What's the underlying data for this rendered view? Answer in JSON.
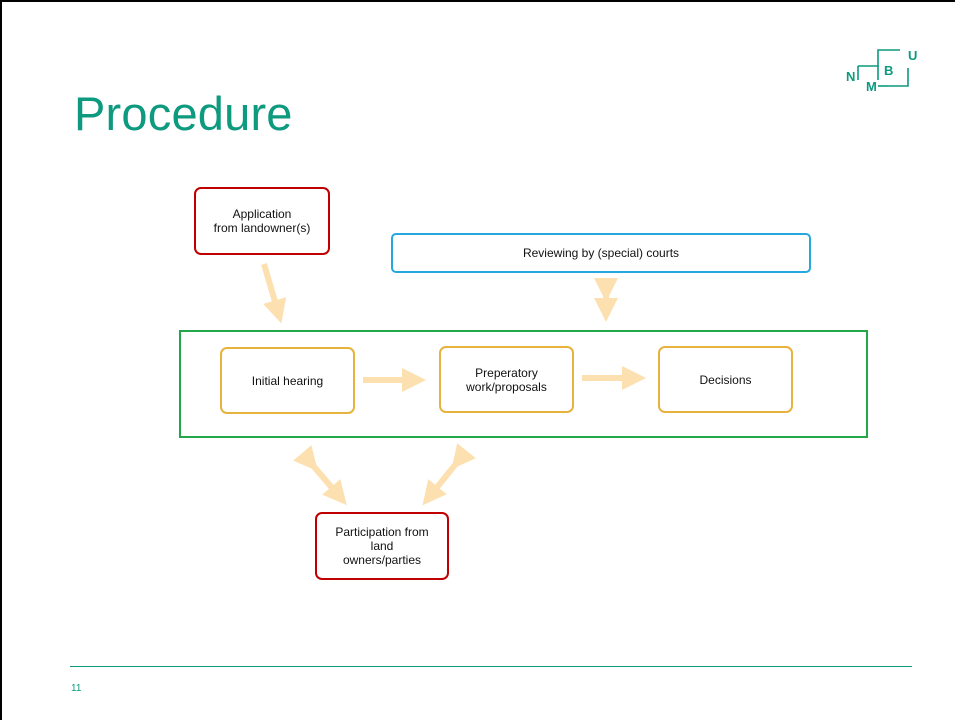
{
  "slide": {
    "title": "Procedure",
    "page_number": "11",
    "logo_letters": [
      "N",
      "M",
      "B",
      "U"
    ]
  },
  "diagram": {
    "application": "Application\nfrom landowner(s)",
    "reviewing": "Reviewing by (special) courts",
    "initial_hearing": "Initial hearing",
    "preparatory": "Preperatory\nwork/proposals",
    "decisions": "Decisions",
    "participation": "Participation from\nland\nowners/parties"
  },
  "colors": {
    "title": "#0d9a7e",
    "red_border": "#c00000",
    "blue_border": "#25a8e0",
    "yellow_border": "#e8b33d",
    "green_frame": "#22a84a",
    "arrow": "#fde0b0"
  }
}
